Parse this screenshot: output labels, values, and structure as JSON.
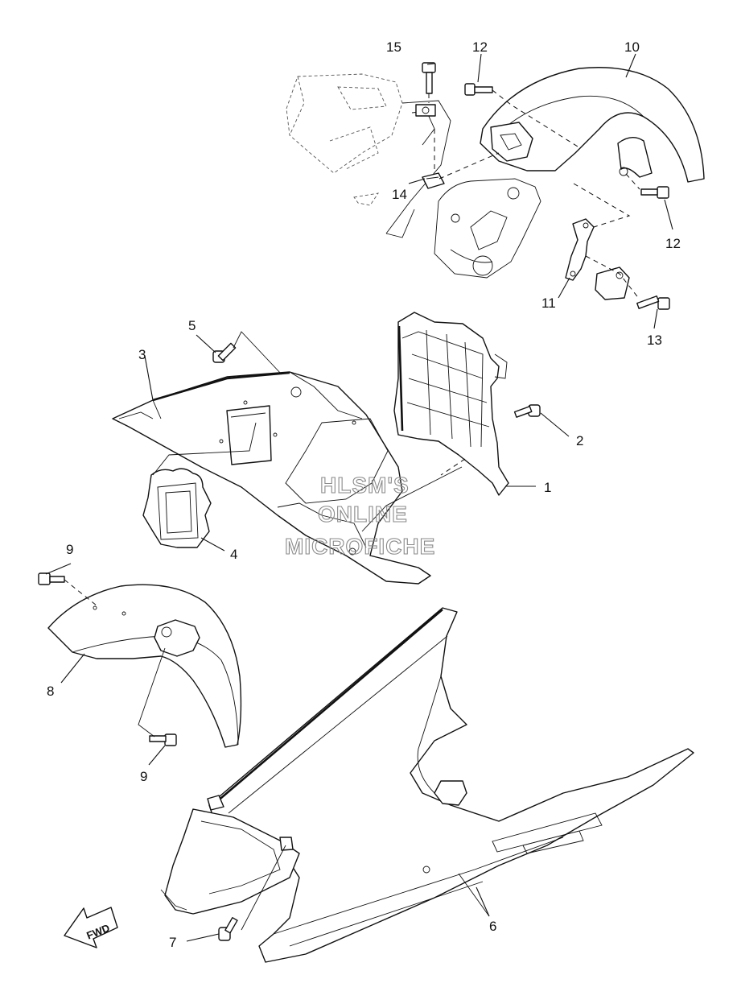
{
  "watermark": {
    "line1": "HLSM'S",
    "line2": "ONLINE",
    "line3": "MICROFICHE"
  },
  "direction_arrow": {
    "label": "FWD"
  },
  "callouts": {
    "c1": "1",
    "c2": "2",
    "c3": "3",
    "c4": "4",
    "c5": "5",
    "c6": "6",
    "c7": "7",
    "c8": "8",
    "c9a": "9",
    "c9b": "9",
    "c10": "10",
    "c11": "11",
    "c12a": "12",
    "c12b": "12",
    "c13": "13",
    "c14": "14",
    "c15": "15"
  }
}
